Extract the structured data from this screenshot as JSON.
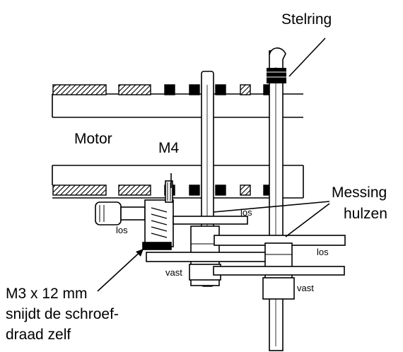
{
  "labels": {
    "stelring": "Stelring",
    "motor": "Motor",
    "m4": "M4",
    "messing_line1": "Messing",
    "messing_line2": "hulzen",
    "los_top": "los",
    "los_left": "los",
    "los_right": "los",
    "vast_left": "vast",
    "vast_right": "vast",
    "note_line1": "M3 x 12 mm",
    "note_line2": "snijdt  de  schroef-",
    "note_line3": "draad zelf"
  },
  "colors": {
    "ink": "#000000",
    "paper": "#ffffff"
  }
}
